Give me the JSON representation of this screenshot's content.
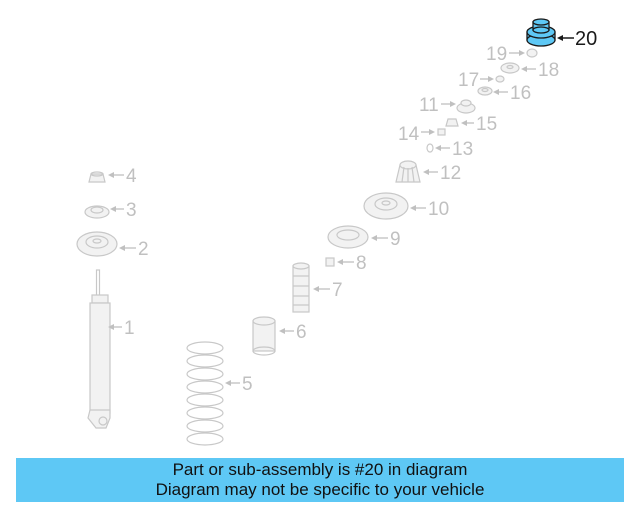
{
  "diagram": {
    "callouts": [
      "1",
      "2",
      "3",
      "4",
      "5",
      "6",
      "7",
      "8",
      "9",
      "10",
      "11",
      "12",
      "13",
      "14",
      "15",
      "16",
      "17",
      "18",
      "19",
      "20"
    ],
    "highlighted": "20",
    "colors": {
      "highlight": "#5ec8f5",
      "part_line": "#c8c8c8",
      "label": "#c0c0c0",
      "banner": "#5ec8f5"
    }
  },
  "banner": {
    "line1": "Part or sub-assembly is #20 in diagram",
    "line2": "Diagram may not be specific to your vehicle"
  }
}
